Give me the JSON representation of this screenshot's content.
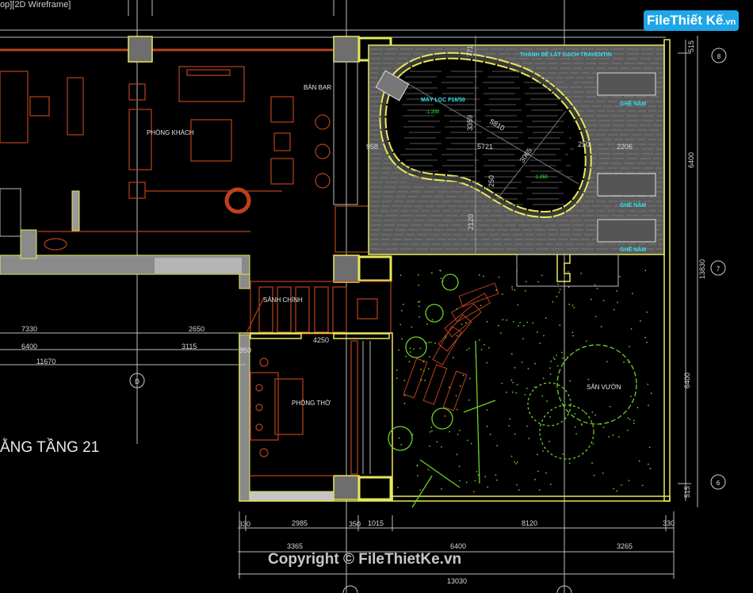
{
  "viewport": {
    "label": "op][2D Wireframe]"
  },
  "logo": {
    "name": "FileThiết Kế",
    "suffix": ".vn"
  },
  "watermark": "Copyright © FileThietKe.vn",
  "plan_title": "ẰNG TẦNG 21",
  "rooms": {
    "ban_bar": "BÀN BAR",
    "phong_khach": "PHÒNG KHÁCH",
    "sanh_chinh": "SẢNH CHÍNH",
    "phong_tho": "PHÒNG THỜ",
    "san_vuon": "SÂN VƯỜN"
  },
  "pool": {
    "edge_note": "THÀNH BỂ LÁT GẠCH TRAVENTIN",
    "filter": "MÁY LỌC F16/50",
    "level_1": "-1.200",
    "level_2": "-1.050",
    "loungers": [
      "GHẾ NẰM",
      "GHẾ NẰM",
      "GHẾ NẰM"
    ],
    "dims": {
      "d771": "771",
      "d3359": "3359",
      "d5810": "5810",
      "d5721": "5721",
      "d3065": "3065",
      "d250a": "250",
      "d2206": "2206",
      "d958": "958",
      "d250b": "250",
      "d2120": "2120"
    }
  },
  "left_dims": {
    "r1a": "7330",
    "r1b": "2650",
    "r2a": "6400",
    "r2b": "3115",
    "r3": "11670",
    "wall": "350",
    "lobby": "4250"
  },
  "bottom_dims": {
    "row1": [
      "330",
      "2985",
      "350",
      "1015",
      "8120",
      "330"
    ],
    "row2": [
      "3365",
      "6400",
      "3265"
    ],
    "total": "13030"
  },
  "right_dims": {
    "top": "515",
    "upper": "6400",
    "total": "13830",
    "lower": "6400",
    "bottom": "515"
  },
  "grid_bubbles": {
    "g8": "8",
    "g7": "7",
    "g6": "6",
    "gD": "D"
  },
  "colors": {
    "background": "#000000",
    "wall_outline": "#e8e85a",
    "furniture": "#b8421c",
    "annotation": "#35e0f0",
    "planting": "#6fd12a",
    "logo": "#1ea6e8"
  }
}
